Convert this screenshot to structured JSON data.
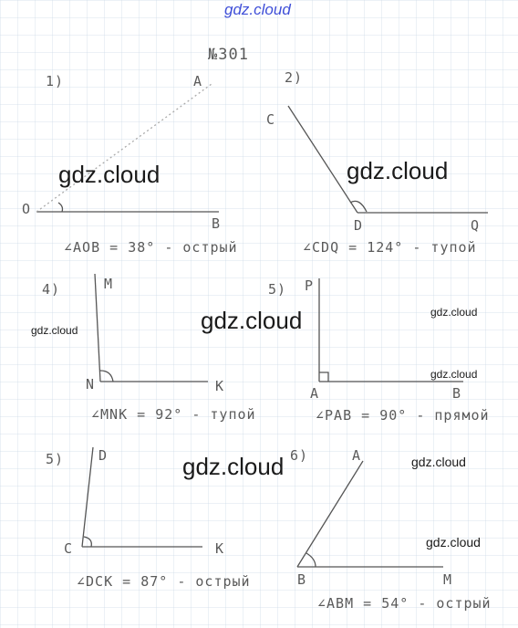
{
  "watermarks": {
    "top": "gdz.cloud",
    "large": [
      "gdz.cloud",
      "gdz.cloud",
      "gdz.cloud",
      "gdz.cloud"
    ],
    "small": [
      "gdz.cloud",
      "gdz.cloud",
      "gdz.cloud",
      "gdz.cloud",
      "gdz.cloud"
    ]
  },
  "task_number": "№301",
  "problems": [
    {
      "num": "1)",
      "labels": {
        "a": "A",
        "o": "O",
        "b": "B"
      },
      "answer": "∠AOB = 38° - острый"
    },
    {
      "num": "2)",
      "labels": {
        "c": "C",
        "d": "D",
        "q": "Q"
      },
      "answer": "∠CDQ = 124° - тупой"
    },
    {
      "num": "4)",
      "labels": {
        "m": "M",
        "n": "N",
        "k": "K"
      },
      "answer": "∠MNK = 92° - тупой"
    },
    {
      "num": "5)",
      "labels": {
        "p": "P",
        "a": "A",
        "b": "B"
      },
      "answer": "∠PAB = 90° - прямой"
    },
    {
      "num": "5)",
      "labels": {
        "d": "D",
        "c": "C",
        "k": "K"
      },
      "answer": "∠DCK = 87° - острый"
    },
    {
      "num": "6)",
      "labels": {
        "a": "A",
        "b": "B",
        "m": "M"
      },
      "answer": "∠ABM = 54° - острый"
    }
  ]
}
